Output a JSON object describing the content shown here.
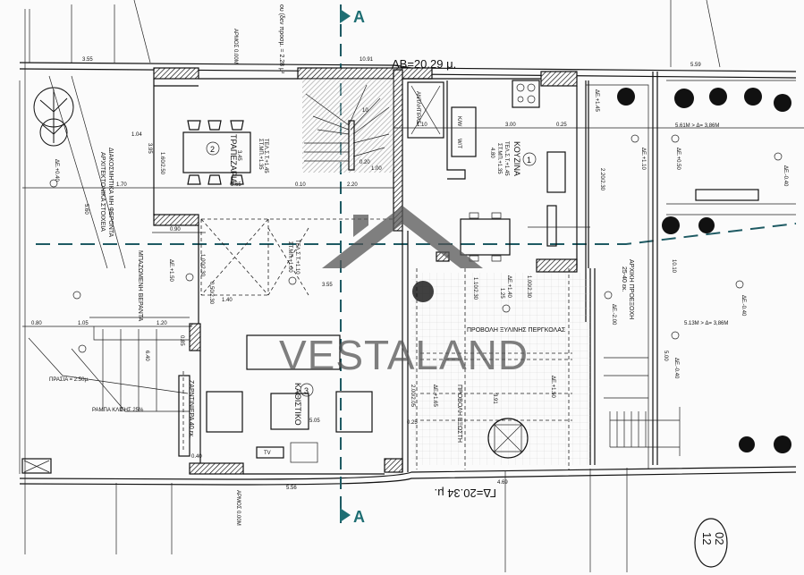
{
  "plan": {
    "frontage_top": "AB=20.29 μ.",
    "frontage_bottom": "ΓΔ=20.34 μ.",
    "section_marker": "A",
    "sheet": {
      "top": "02",
      "bottom": "12"
    },
    "watermark": "VESTALAND",
    "note_top": "ου (δεν προσμ. = 2.28 μ²",
    "rooms": [
      {
        "number": "1",
        "name": "ΚΟΥΖΙΝΑ",
        "spec": "ΤΕΛ.Σ.Τ.+1.45",
        "spec2": "ΣΤ.ΜΠ.+1.35",
        "dim": "4.80"
      },
      {
        "number": "2",
        "name": "ΤΡΑΠΕΖΑΡΙΑ",
        "spec": "ΤΕΛ.Σ.Τ.+1.45",
        "spec2": "ΣΤ.ΜΠ.+1.35",
        "dim": "3.45"
      },
      {
        "number": "3",
        "name": "ΚΑΘΙΣΤΙΚΟ",
        "dim": "5.05"
      }
    ],
    "labels": {
      "pump": "ΑΝΤΛΗΤΙΡΑΣ",
      "kw": "K/W",
      "wt": "W/T",
      "veranda": "ΜΠΑΖΩΜΕΝΗ ΒΕΡΑΝΤΑ",
      "decor_1": "ΔΙΑΚΟΣΜΗΤΙΚΑ ΜΗ ΦΕΡΟΝΤΑ",
      "decor_2": "ΑΡΧΙΤΕΚΤΟΝΙΚΑ ΣΤΟΙΧΕΙΑ",
      "pergola": "ΠΡΟΒΟΛΗ ΞΥΛΙΝΗΣ ΠΕΡΓΚΟΛΑΣ",
      "balcony": "ΠΡΟΒΟΛΗ ΕΞΩΣΤΗ",
      "protrusion_1": "ΑΡΧΙΚΗ ΠΡΟΕΞΟΧΗ",
      "protrusion_2": "25-40 εκ.",
      "planter": "ΖΑΡΝΤΙΝΙΕΡΑ 40 εκ.",
      "prasia": "ΠΡΑΣΙΑ = 2.50μ.",
      "ramp": "ΡΑΜΠΑ ΚΛΙΣΗΣ 25%",
      "distance_1": "5.61M > Δ= 3,86M",
      "distance_2": "5.13M > Δ= 3,86M",
      "joint_top": "ΑΡΜΟΣ 0.00M",
      "joint_bottom": "ΑΡΜΟΣ 0.00M",
      "stairs_level": "ΤΕΛ.Σ.Τ.+1.10",
      "stairs_level2": "ΣΤ.ΜΠ.+1.00",
      "tv": "TV"
    },
    "levels": [
      "ΔΕ.+0.40",
      "ΔΕ.+1.45",
      "ΔΕ.+1.10",
      "ΔΕ.+0.50",
      "ΔΕ.-0.40",
      "ΔΕ.+1.50",
      "ΔΕ.-2.00",
      "ΔΕ.-0.40",
      "ΔΕ.+1.65",
      "ΔΕ.+1.50",
      "ΔΕ.-0.40",
      "ΔΕ.+1.40"
    ],
    "openings": [
      "1.60/2.50",
      "2.20/2.30",
      "1.00/2.30",
      "0.50/2.30",
      "1.10/2.30",
      "1.00/2.30",
      "2.00/2.05"
    ],
    "dims": {
      "d1": "3.55",
      "d2": "10.91",
      "d3": "5.59",
      "d4": "3.00",
      "d5": "0.25",
      "d6": "1.10",
      "d7": "0.10",
      "d8": "3.65",
      "d9": "2.20",
      "d10": "1.00",
      "d11": "0.20",
      "d12": "1.04",
      "d13": "3.95",
      "d14": "1.70",
      "d15": "5.60",
      "d16": "0.90",
      "d17": "1.40",
      "d18": "3.55",
      "d19": "0.80",
      "d20": "1.05",
      "d21": "1.20",
      "d22": "0.85",
      "d23": "6.40",
      "d24": "5.05",
      "d25": "10.10",
      "d26": "5.56",
      "d27": "0.40",
      "d28": "0.25",
      "d29": "5.00",
      "d30": "3.91",
      "d31": "1.25",
      "d32": "4.69"
    }
  }
}
